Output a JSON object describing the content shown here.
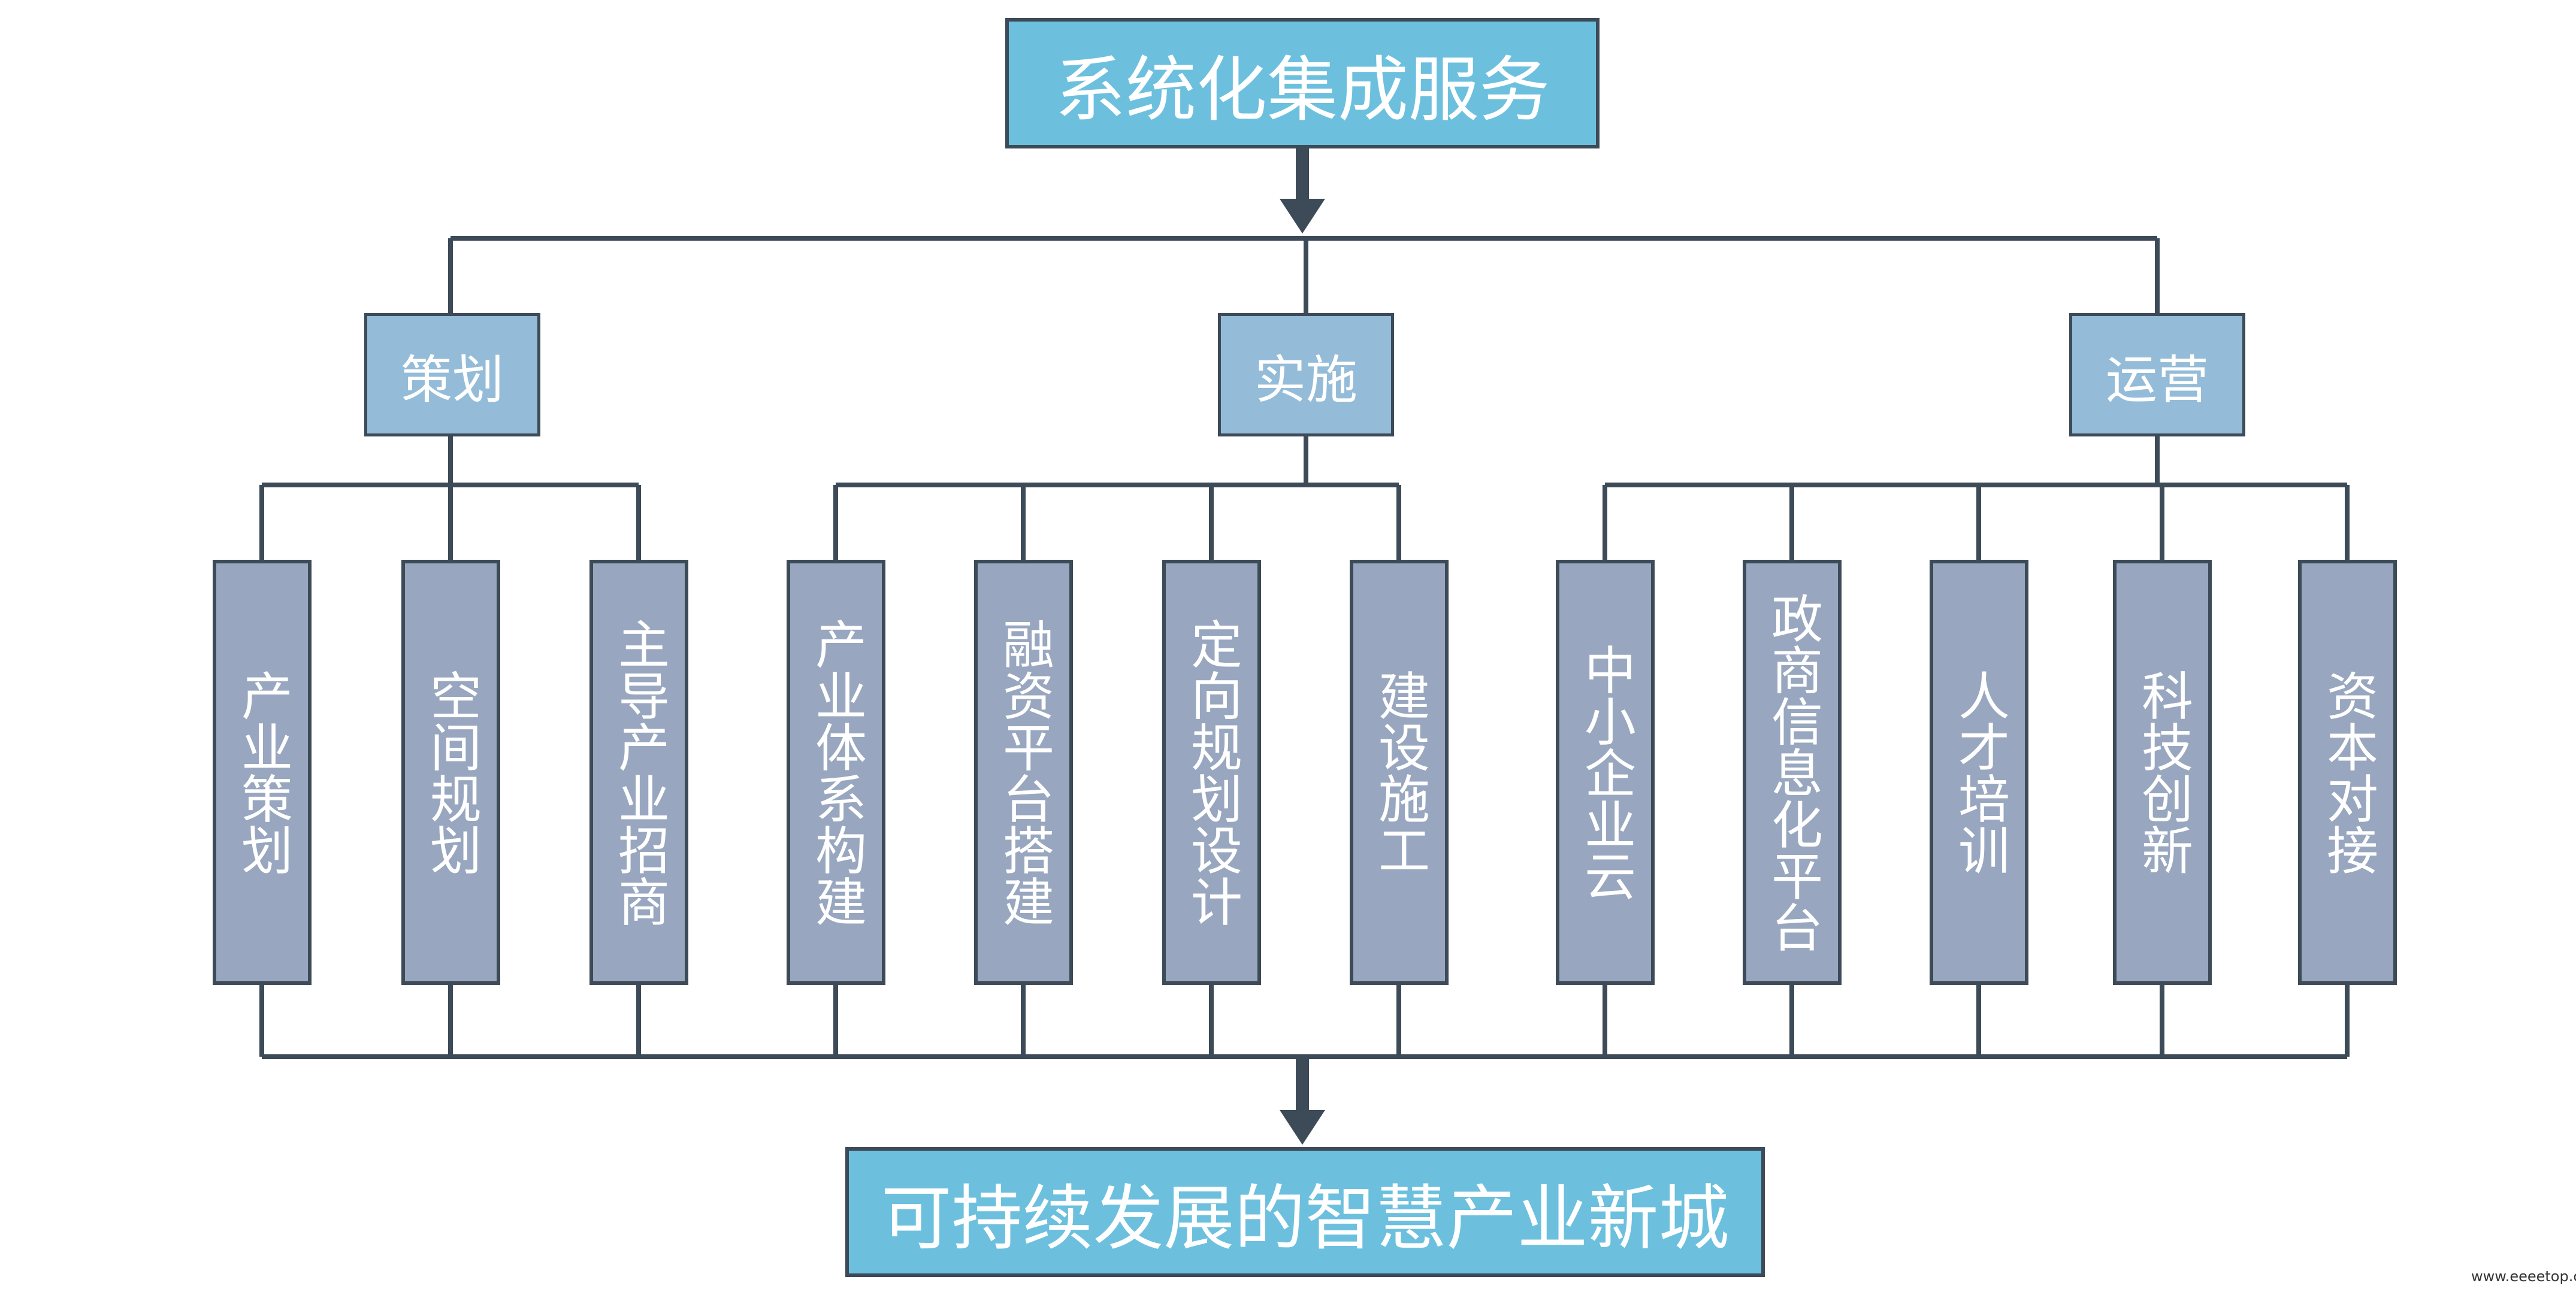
{
  "top": {
    "label": "系统化集成服务"
  },
  "categories": [
    {
      "label": "策划",
      "items": [
        "产业策划",
        "空间规划",
        "主导产业招商"
      ]
    },
    {
      "label": "实施",
      "items": [
        "产业体系构建",
        "融资平台搭建",
        "定向规划设计",
        "建设施工"
      ]
    },
    {
      "label": "运营",
      "items": [
        "中小企业云",
        "政商信息化平台",
        "人才培训",
        "科技创新",
        "资本对接"
      ]
    }
  ],
  "bottom": {
    "label": "可持续发展的智慧产业新城"
  },
  "watermark": "www.eeeetop.com",
  "colors": {
    "top_box": "#6cc0de",
    "category_box": "#94bcd8",
    "leaf_box": "#98a7bf",
    "border": "#3d4a57",
    "line": "#3d4a57"
  }
}
